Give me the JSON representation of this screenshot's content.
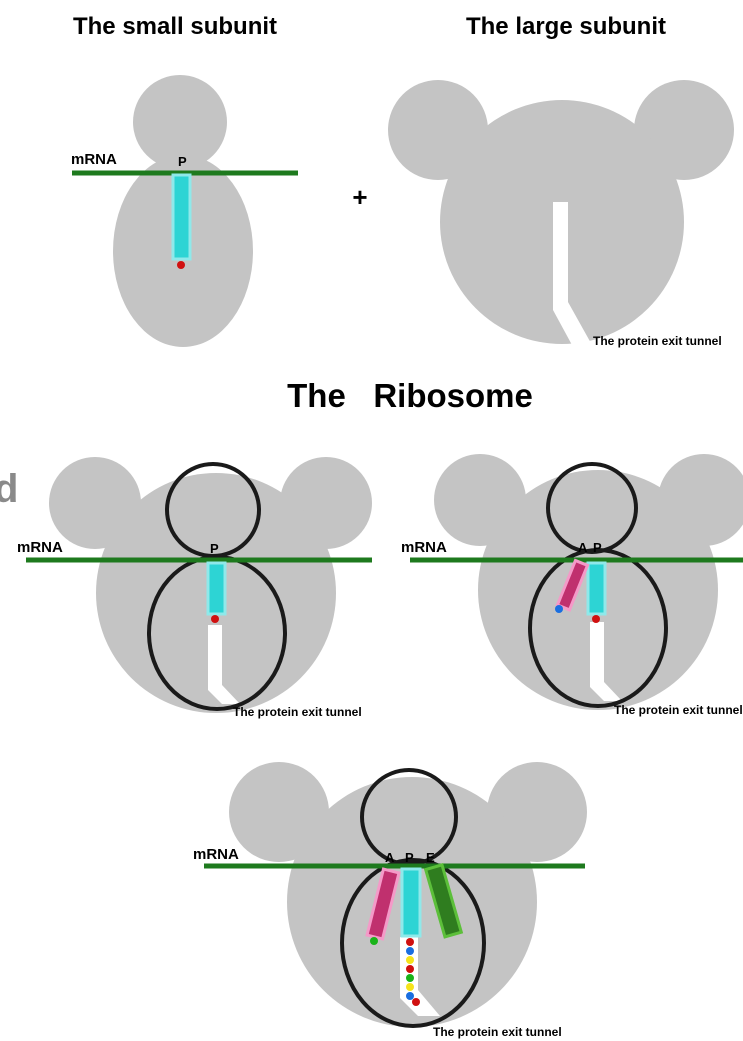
{
  "headings": {
    "small_subunit": "The small subunit",
    "large_subunit": "The large subunit",
    "ribosome": "The   Ribosome",
    "clipped_glyph": "d"
  },
  "labels": {
    "mrna": "mRNA",
    "plus": "+",
    "site_a": "A",
    "site_p": "P",
    "site_e": "E",
    "exit_tunnel": "The  protein exit tunnel"
  },
  "colors": {
    "subunit": "#c4c4c4",
    "mrna": "#1e7a1e",
    "trna_p": "#2dd4d4",
    "trna_p_border": "#8fe9ea",
    "trna_a": "#c0306e",
    "trna_a_border": "#f49ac8",
    "trna_e": "#2f7d1f",
    "trna_e_border": "#5cbf3a",
    "outline": "#1a1a1a",
    "tunnel": "#ffffff",
    "amino_red": "#d01010",
    "amino_blue": "#1a6ee0",
    "amino_green": "#19b319",
    "amino_yellow": "#f5e31a"
  }
}
